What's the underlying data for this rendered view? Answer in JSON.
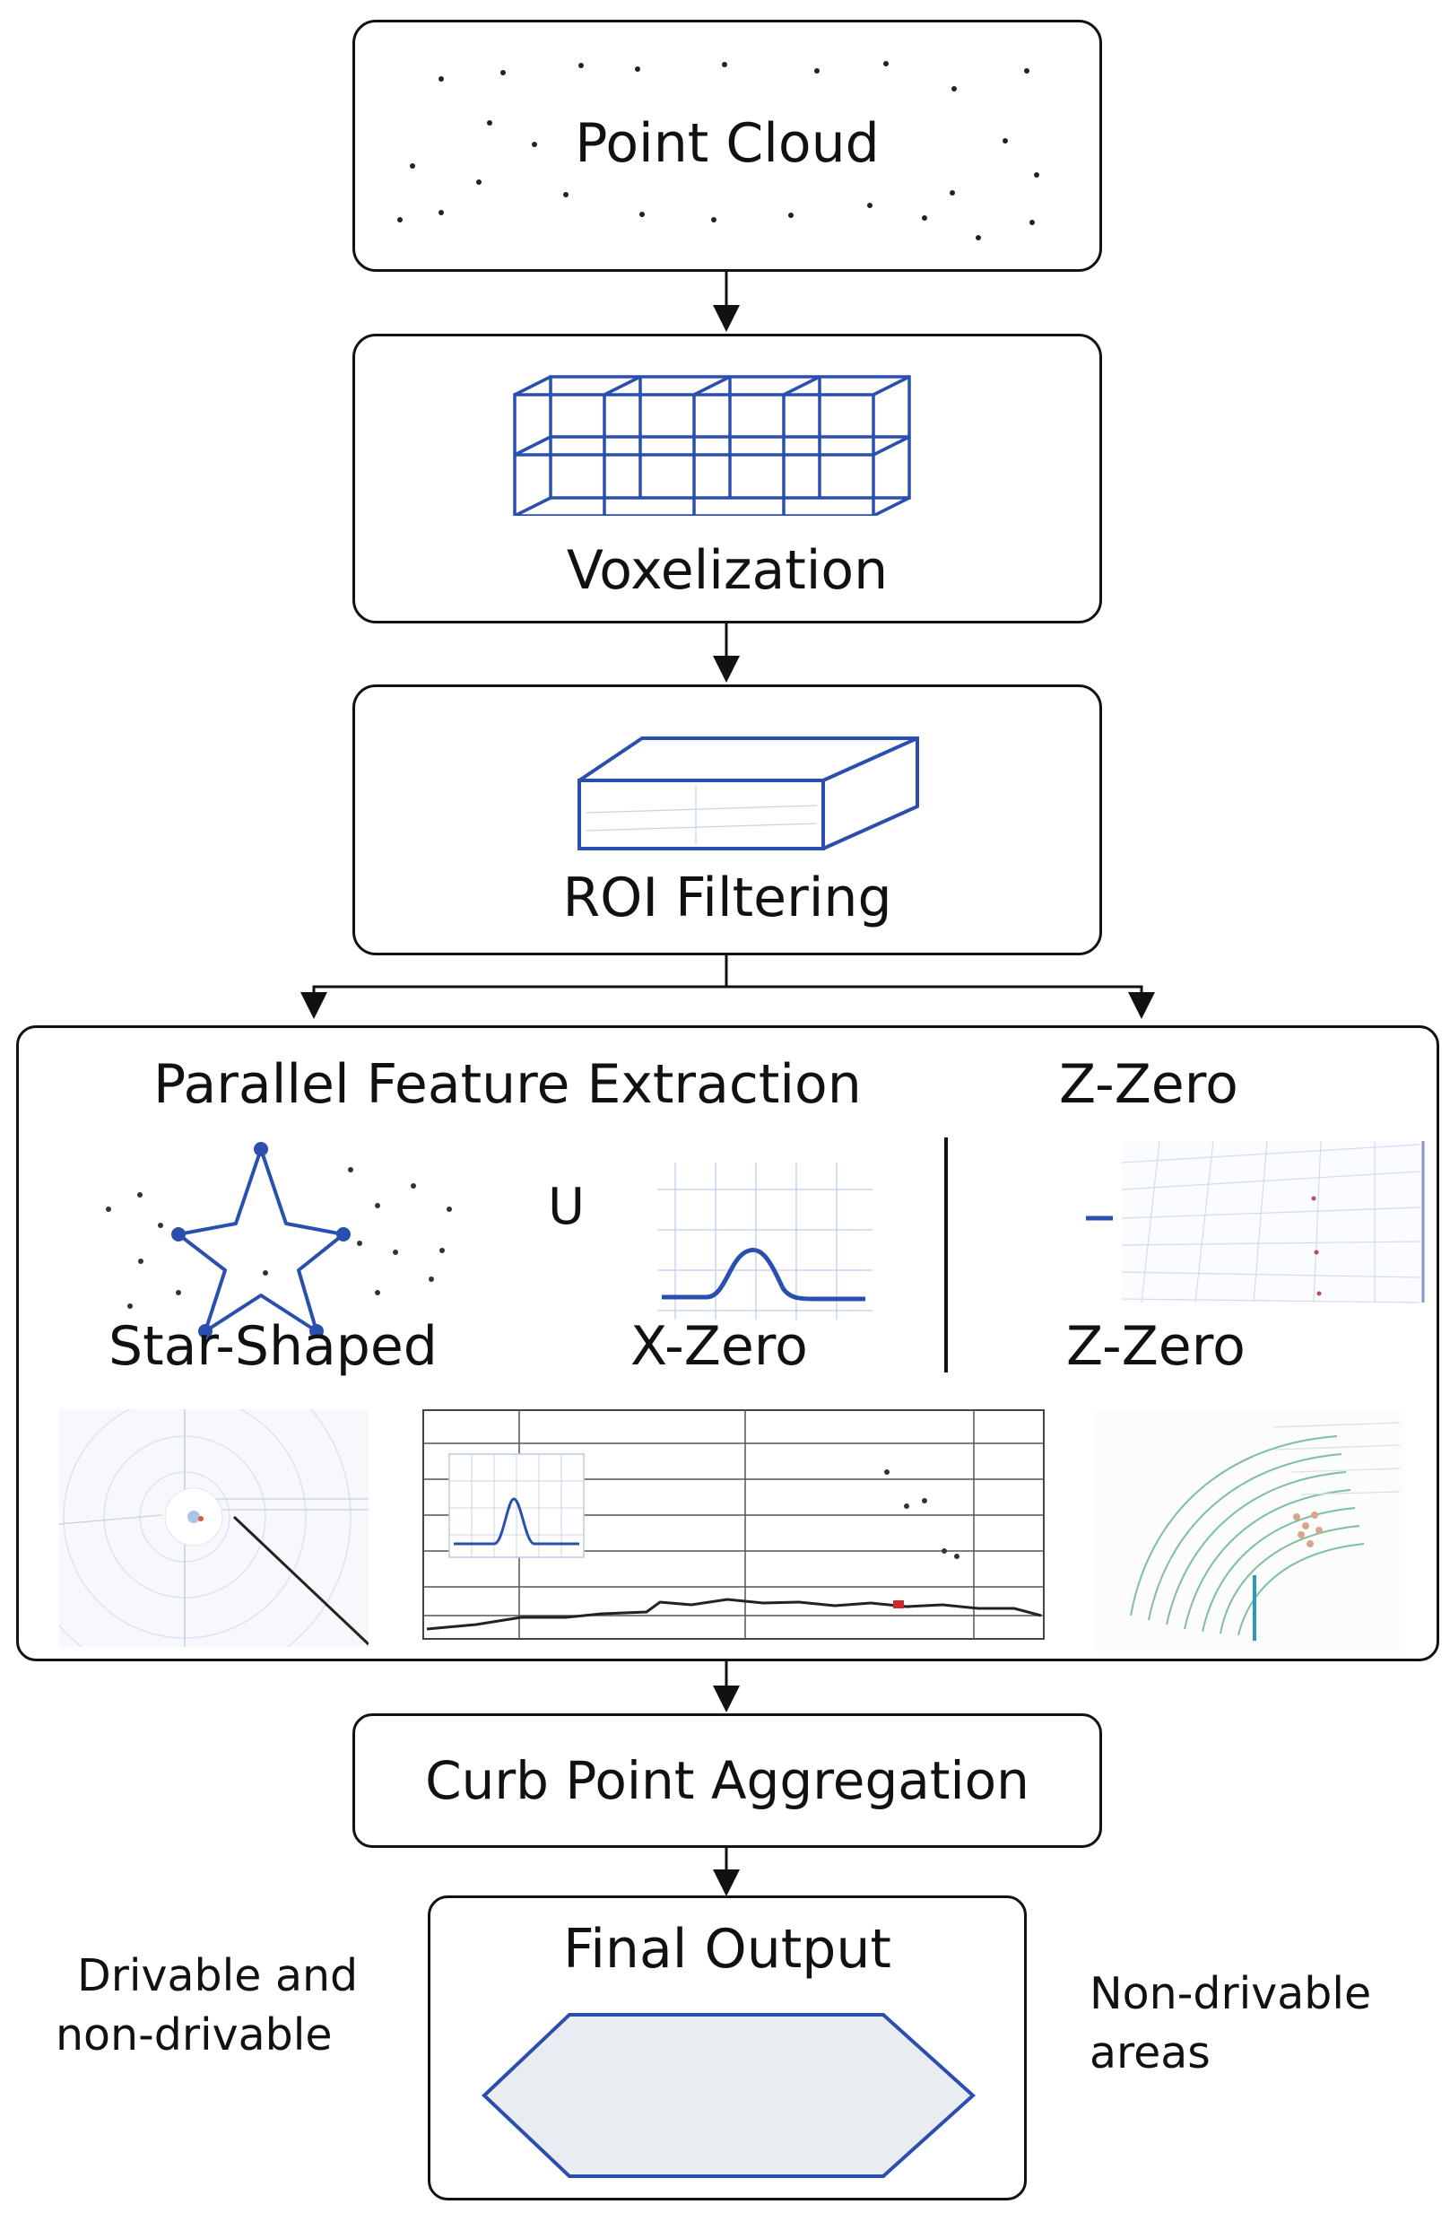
{
  "steps": {
    "point_cloud": "Point Cloud",
    "voxelization": "Voxelization",
    "roi_filtering": "ROI Filtering",
    "curb_aggregation": "Curb Point Aggregation",
    "final_output": "Final Output"
  },
  "parallel": {
    "title": "Parallel Feature Extraction",
    "right_title": "Z-Zero",
    "union_symbol": "U",
    "star_label": "Star-Shaped",
    "xzero_label": "X-Zero",
    "zzero_label": "Z-Zero"
  },
  "output_notes": {
    "left_line1": "Drivable and",
    "left_line2": "non-drivable",
    "right_line1": "Non-drivable",
    "right_line2": "areas"
  },
  "colors": {
    "accent_blue": "#2a4fae",
    "line": "#111111",
    "hexagon_fill": "#e9ecf0"
  }
}
